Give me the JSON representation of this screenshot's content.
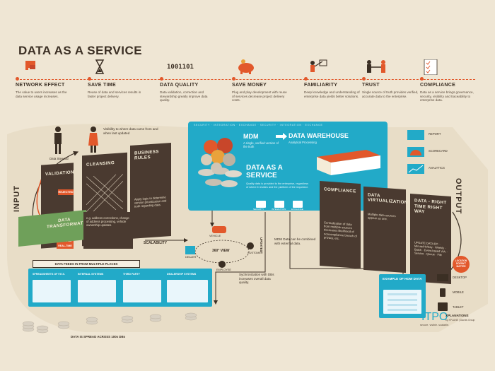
{
  "title": "DATA AS A SERVICE",
  "benefits": [
    {
      "icon": "megaphone-icon",
      "title": "NETWORK EFFECT",
      "desc": "The value to users increases as the data service usage increases."
    },
    {
      "icon": "hourglass-icon",
      "title": "SAVE TIME",
      "desc": "Reuse of data and services results in faster project delivery."
    },
    {
      "icon": "binary-icon",
      "title": "DATA QUALITY",
      "desc": "Data validation, correction and stewardship greatly improve data quality.",
      "icon_text": "1001101"
    },
    {
      "icon": "piggy-bank-icon",
      "title": "SAVE MONEY",
      "desc": "Plug and play development with reuse of services decrease project delivery costs."
    },
    {
      "icon": "presenter-icon",
      "title": "FAMILIARITY",
      "desc": "Deep knowledge and understanding of enterprise data yields better solutions."
    },
    {
      "icon": "handshake-icon",
      "title": "TRUST",
      "desc": "Single source of truth provides verified, accurate data to the enterprise."
    },
    {
      "icon": "checklist-icon",
      "title": "COMPLIANCE",
      "desc": "Data as a service brings governance, security, visibility and traceability to enterprise data."
    }
  ],
  "input_label": "INPUT",
  "output_label": "OUTPUT",
  "data_steward": "Data Steward",
  "visibility_note": "Visibility to where data came from and when last updated",
  "validation": "VALIDATION",
  "rejected": "REJECTED",
  "could_be_real_time": "COULD BE REAL-TIME",
  "cleansing": "CLEANSING",
  "business_rules": "BUSINESS RULES",
  "business_rules_desc": "Apply logic to determine version prioritization and truth regarding data.",
  "transformation": "DATA TRANSFORMATION",
  "transformation_desc": "e.g. address corrections, change of address processing, vehicle ownership updates.",
  "scalability": "SCALABILITY",
  "security_strip": "SECURITY · INTEGRATION · EXCHANGE · SECURITY · INTEGRATION · EXCHANGE",
  "mdm_title": "MDM",
  "mdm_desc": "A single, verified version of the truth",
  "dw_title": "DATA WAREHOUSE",
  "dw_desc": "Analytical Processing",
  "daas_title": "DATA AS A SERVICE",
  "daas_desc": "Quality data is provided to the enterprise, regardless of where it resides and the platform of the requestor.",
  "dw_outputs": [
    "REPORT",
    "SCORECARD",
    "ANALYTICS"
  ],
  "hub_bottom": [
    "SECURITY",
    "INTEGRATION",
    "EXCHANGE"
  ],
  "compliance": "COMPLIANCE",
  "compliance_desc": "Centralization of data from multiple sources decreases likelihood of noncompliance breach of privacy, etc.",
  "virtualization": "DATA VIRTUALIZATION",
  "virtualization_desc": "Multiple data sources appear as one.",
  "realtime": "DATA - RIGHT TIME RIGHT WAY",
  "realtime_desc": "UPDATE DATA BY: · Minute/Hr/Day · Weekly · Batch · Event-based  VIA: · Service · Queue · File",
  "location_note": "LOCATION DOESN'T MATTER",
  "devices": [
    "DESKTOP",
    "MOBILE",
    "TABLET"
  ],
  "example_title": "EXAMPLE OF HOW DATA",
  "view_360": "360° VIEW",
  "view_labels": [
    "VEHICLE",
    "DEALER",
    "CUSTOMER",
    "EMPLOYEE"
  ],
  "updates": "UPDATES",
  "mdm_combined": "MDM Data can be combined with external data.",
  "sync_note": "Sychronization with DBs increases overall data quality.",
  "feeds_title": "DATA FEEDS IN FROM MULTIPLE PLACES",
  "feed_sources": [
    "SPREADSHEETS OF F.E.S.",
    "INTERNAL SYSTEMS",
    "THIRD PARTY",
    "DEALERSHIP SYSTEMS"
  ],
  "spread_note": "DATA IS SPREAD ACROSS 100s DBs",
  "logo_main": "ITPO",
  "logo_tag": "secure. visible. scalable.",
  "credit_title": "XPLANATIONS",
  "credit_sub": "by XPLANE | Dachis Group",
  "colors": {
    "orange": "#e2582b",
    "teal": "#22aac8",
    "brown": "#4a3a30",
    "cream": "#efe6d4"
  }
}
